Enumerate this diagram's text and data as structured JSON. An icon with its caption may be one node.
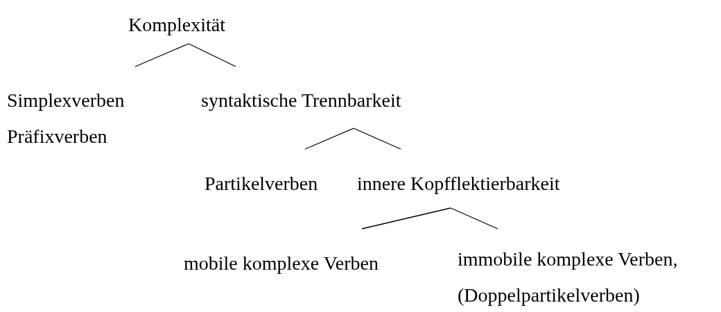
{
  "diagram": {
    "nodes": [
      {
        "text": [
          "Komplexität"
        ]
      },
      {
        "text": [
          "Simplexverben",
          "Präfixverben"
        ]
      },
      {
        "text": [
          "syntaktische Trennbarkeit"
        ]
      },
      {
        "text": [
          "Partikelverben"
        ]
      },
      {
        "text": [
          "innere Kopfflektierbarkeit"
        ]
      },
      {
        "text": [
          "mobile komplexe Verben"
        ]
      },
      {
        "text": [
          "immobile komplexe Verben, (Doppelpartikelverben)"
        ]
      }
    ],
    "edges": [
      {
        "from": 0,
        "to": 1,
        "arrow": "none"
      },
      {
        "from": 0,
        "to": 2,
        "arrow": "none"
      },
      {
        "from": 2,
        "to": 3,
        "arrow": "none"
      },
      {
        "from": 2,
        "to": 4,
        "arrow": "none"
      },
      {
        "from": 4,
        "to": 5,
        "arrow": "none"
      },
      {
        "from": 4,
        "to": 6,
        "arrow": "none"
      }
    ]
  }
}
